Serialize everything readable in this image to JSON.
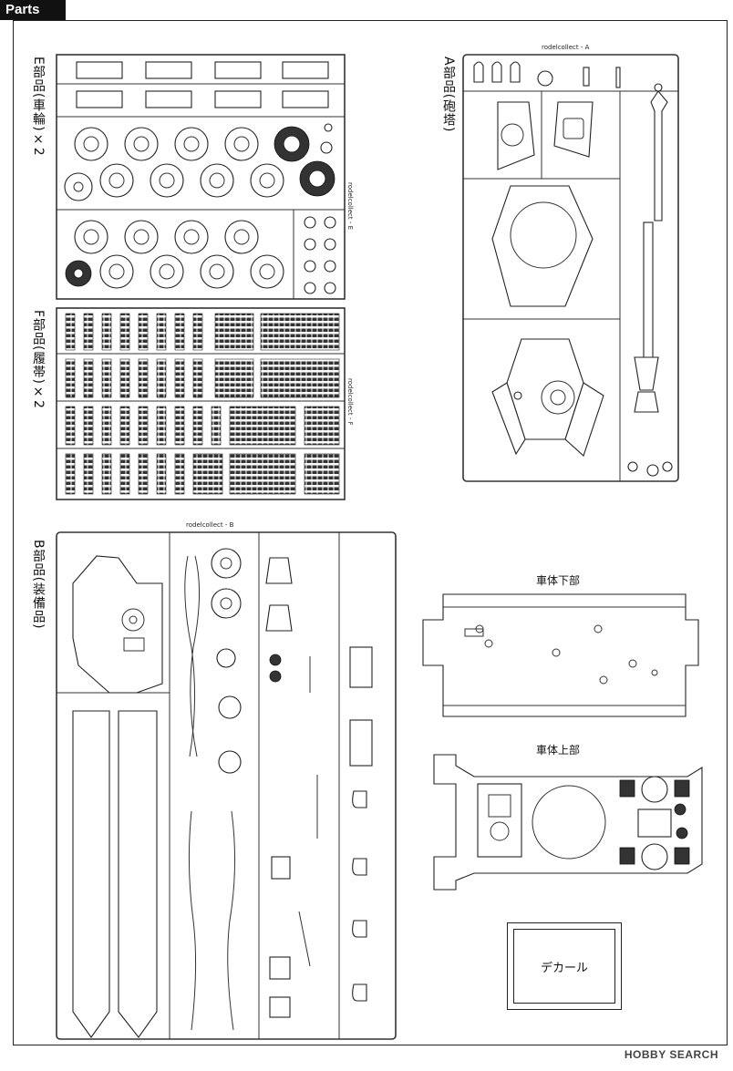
{
  "header": {
    "title": "Parts"
  },
  "sprues": {
    "E": {
      "label": "E部品(車輪)×2",
      "tag": "rodelcollect",
      "letter": "E"
    },
    "F": {
      "label": "F部品(履帯)×2",
      "tag": "rodelcollect",
      "letter": "F"
    },
    "A": {
      "label": "A部品(砲塔)",
      "tag": "rodelcollect",
      "letter": "A"
    },
    "B": {
      "label": "B部品(装備品)",
      "tag": "rodelcollect",
      "letter": "B"
    }
  },
  "hull": {
    "lower_label": "車体下部",
    "upper_label": "車体上部"
  },
  "decal": {
    "label": "デカール"
  },
  "footer": {
    "watermark": "HOBBY SEARCH"
  }
}
